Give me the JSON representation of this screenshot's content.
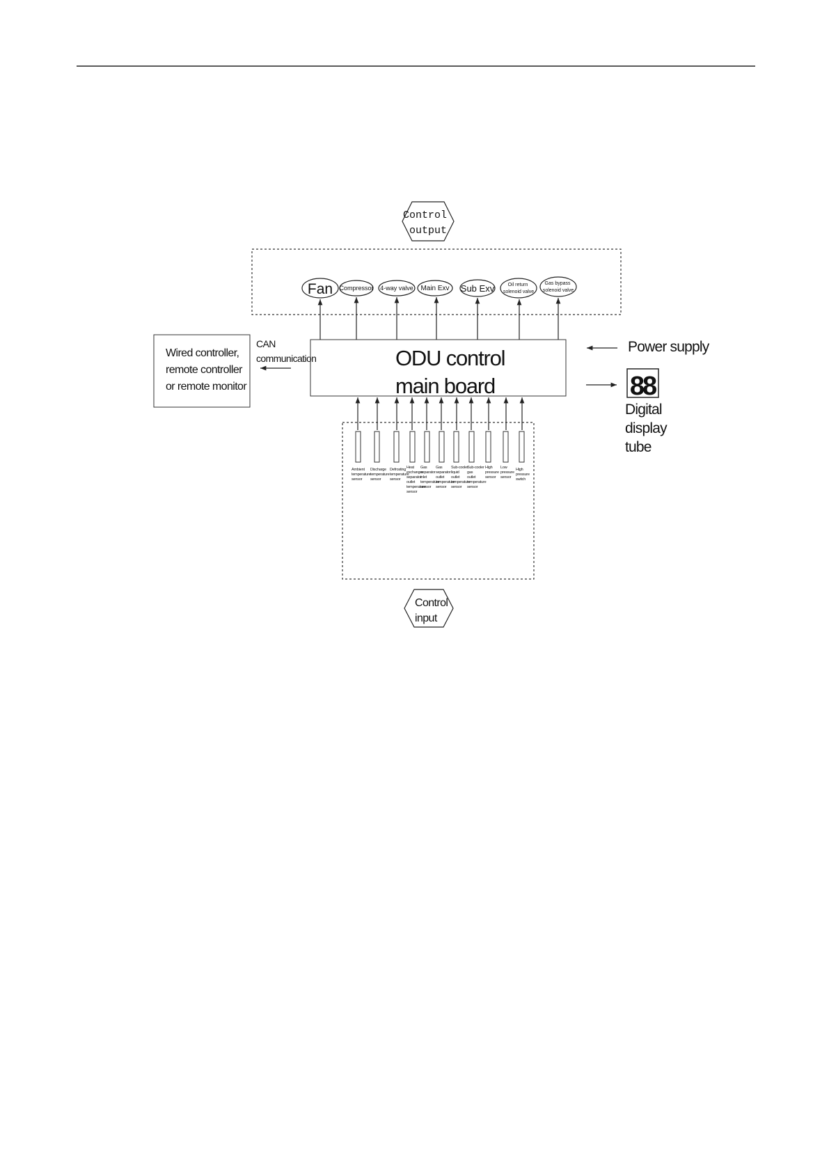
{
  "diagram": {
    "control_output_label": [
      "Control",
      "output"
    ],
    "outputs": [
      {
        "label": [
          "Fan"
        ]
      },
      {
        "label": [
          "Compressor"
        ]
      },
      {
        "label": [
          "4-way valve"
        ]
      },
      {
        "label": [
          "Main Exv"
        ]
      },
      {
        "label": [
          "Sub Exv"
        ]
      },
      {
        "label": [
          "Oil return",
          "solenoid valve"
        ]
      },
      {
        "label": [
          "Gas bypass",
          "solenoid valve"
        ]
      }
    ],
    "external_controllers": [
      "Wired controller,",
      "remote controller",
      "or remote monitor"
    ],
    "can_label": [
      "CAN",
      "communication"
    ],
    "main_board": [
      "ODU control",
      "main board"
    ],
    "power_supply": "Power supply",
    "display_digits": "88",
    "display_label": [
      "Digital",
      "display",
      "tube"
    ],
    "inputs": [
      {
        "label": [
          "Ambient",
          "temperature",
          "sensor"
        ]
      },
      {
        "label": [
          "Discharge",
          "temperature",
          "sensor"
        ]
      },
      {
        "label": [
          "Defrosting",
          "temperature",
          "sensor"
        ]
      },
      {
        "label": [
          "Heat",
          "exchanger",
          "separator",
          "outlet",
          "temperature",
          "sensor"
        ]
      },
      {
        "label": [
          "Gas",
          "separator",
          "inlet",
          "temperature",
          "sensor"
        ]
      },
      {
        "label": [
          "Gas",
          "separator",
          "outlet",
          "temperature",
          "sensor"
        ]
      },
      {
        "label": [
          "Sub-cooler",
          "liquid",
          "outlet",
          "temperature",
          "sensor"
        ]
      },
      {
        "label": [
          "Sub-cooler",
          "gas",
          "outlet",
          "temperature",
          "sensor"
        ]
      },
      {
        "label": [
          "High",
          "pressure",
          "sensor"
        ]
      },
      {
        "label": [
          "Low",
          "pressure",
          "sensor"
        ]
      },
      {
        "label": [
          "High",
          "pressure",
          "switch"
        ]
      }
    ],
    "control_input_label": [
      "Control",
      "input"
    ]
  }
}
